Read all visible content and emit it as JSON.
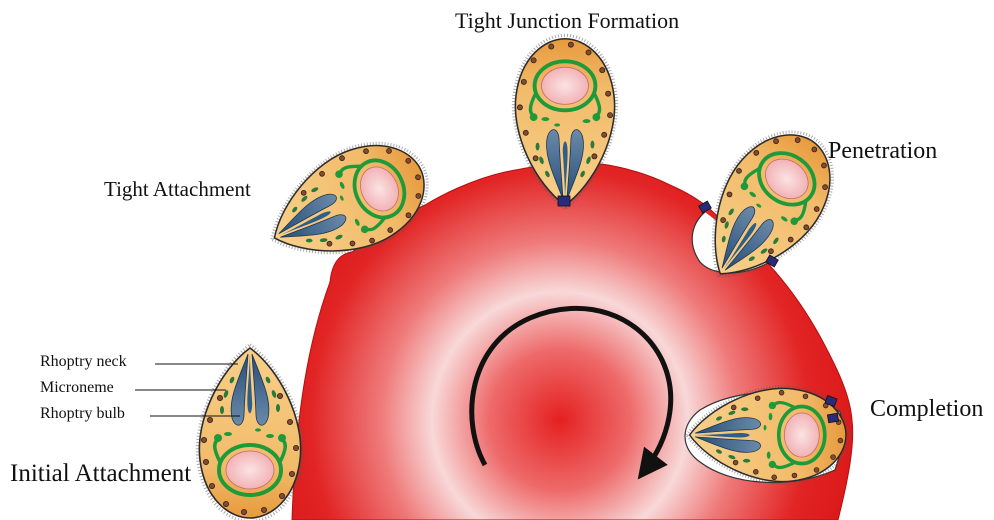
{
  "labels": {
    "tight_junction": "Tight Junction Formation",
    "tight_attachment": "Tight Attachment",
    "penetration": "Penetration",
    "completion": "Completion",
    "initial_attachment": "Initial Attachment",
    "rhoptry_neck": "Rhoptry neck",
    "microneme": "Microneme",
    "rhoptry_bulb": "Rhoptry bulb"
  },
  "colors": {
    "cell_edge": "#e01515",
    "cell_center": "#e52020",
    "cell_highlight": "#f8d8d8",
    "parasite_body": "#f2c27a",
    "nucleus": "#f6c9c9",
    "er_green": "#1f9a3a",
    "rhoptry": "#2e5f8a",
    "junction": "#2a2a7a",
    "arrow": "#111111"
  }
}
